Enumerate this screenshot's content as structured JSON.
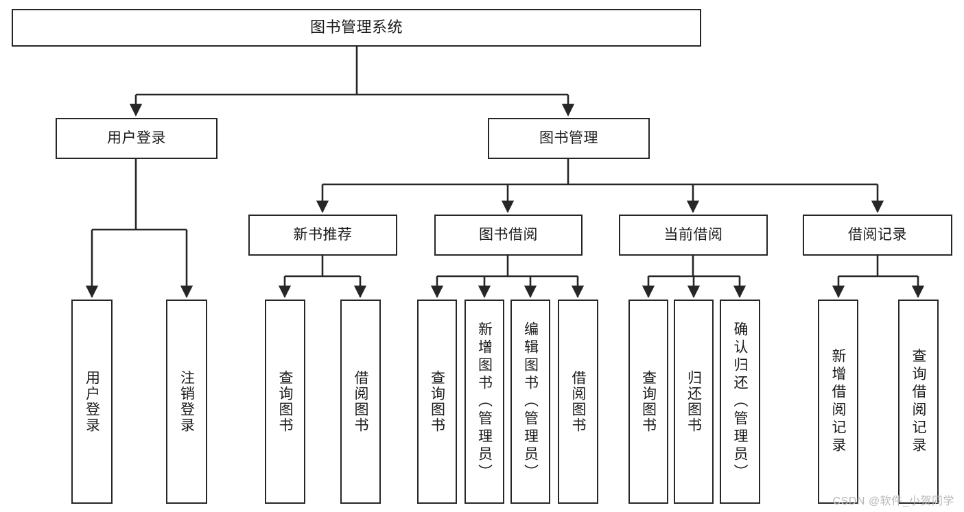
{
  "diagram": {
    "title": "图书管理系统",
    "type": "tree",
    "watermark": "CSDN @软件_小贺同学",
    "colors": {
      "stroke": "#262626",
      "box_fill": "#ffffff",
      "text": "#1a1a1a",
      "background": "#ffffff",
      "watermark": "#b8b8b8"
    },
    "root": {
      "label": "图书管理系统"
    },
    "level2": [
      {
        "label": "用户登录"
      },
      {
        "label": "图书管理"
      }
    ],
    "level3": [
      {
        "label": "新书推荐"
      },
      {
        "label": "图书借阅"
      },
      {
        "label": "当前借阅"
      },
      {
        "label": "借阅记录"
      }
    ],
    "leaves": {
      "user_login": [
        {
          "label": "用户登录"
        },
        {
          "label": "注销登录"
        }
      ],
      "new_book_recommend": [
        {
          "label": "查询图书"
        },
        {
          "label": "借阅图书"
        }
      ],
      "book_borrow": [
        {
          "label": "查询图书"
        },
        {
          "label": "新增图书（管理员）"
        },
        {
          "label": "编辑图书（管理员）"
        },
        {
          "label": "借阅图书"
        }
      ],
      "current_borrow": [
        {
          "label": "查询图书"
        },
        {
          "label": "归还图书"
        },
        {
          "label": "确认归还（管理员）"
        }
      ],
      "borrow_records": [
        {
          "label": "新增借阅记录"
        },
        {
          "label": "查询借阅记录"
        }
      ]
    }
  }
}
